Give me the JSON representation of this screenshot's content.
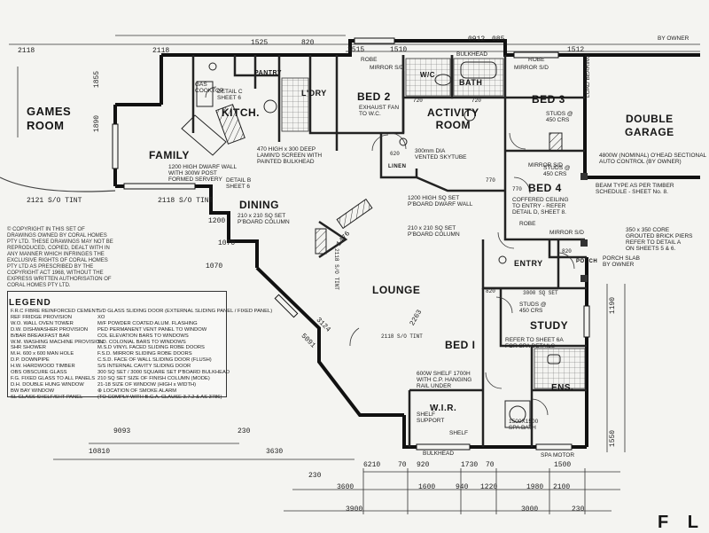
{
  "rooms": {
    "games_room": "GAMES\nROOM",
    "family": "FAMILY",
    "kitchen": "KITCH.",
    "pantry": "PANTRY",
    "ldry": "L'DRY",
    "bed2": "BED 2",
    "activity_room": "ACTIVITY\nROOM",
    "wc": "W/C",
    "bath": "BATH",
    "bed3": "BED 3",
    "double_garage": "DOUBLE\nGARAGE",
    "dining": "DINING",
    "bed4": "BED 4",
    "entry": "ENTRY",
    "lounge": "LOUNGE",
    "porch": "PORCH",
    "bed1": "BED I",
    "study": "STUDY",
    "wir": "W.I.R.",
    "ens": "ENS.",
    "linen": "LINEN"
  },
  "labels": {
    "bulkhead_top": "BULKHEAD",
    "robe1": "ROBE",
    "robe2": "ROBE",
    "robe3": "ROBE",
    "mirror_sd1": "MIRROR S/D",
    "mirror_sd2": "MIRROR S/D",
    "mirror_sd3": "MIRROR S/D",
    "mirror_sd4": "MIRROR S/D",
    "exhaust_fan": "EXHAUST FAN\nTO W.C.",
    "skytube": "300mm DIA\nVENTED SKYTUBE",
    "gas_cooktop": "GAS\nCOOKTOP",
    "dwarf_wall": "1200 HIGH DWARF WALL\nWITH 300W POST\nFORMED SERVERY",
    "lamin_screen": "470 HIGH x 300 DEEP\nLAMIN'D SCREEN WITH\nPAINTED BULKHEAD",
    "detail_b": "DETAIL B\nSHEET 6",
    "detail_c": "DETAIL C\nSHEET 6",
    "pboard_col1": "210 x 210 SQ SET\nP'BOARD COLUMN",
    "pboard_col2": "210 x 210 SQ SET\nP'BOARD COLUMN",
    "pboard_dwarf": "1200 HIGH SQ SET\nP'BOARD DWARF WALL",
    "coffered": "COFFERED CEILING\nTO ENTRY - REFER\nDETAIL D, SHEET 8.",
    "garage_door": "4800W (NOMINAL) O'HEAD SECTIONAL\nAUTO CONTROL (BY OWNER)",
    "beam_type": "BEAM TYPE AS PER TIMBER\nSCHEDULE - SHEET No. 8.",
    "brick_piers": "350 x 350 CORE\nGROUTED BRICK PIERS\nREFER TO DETAIL A\nON SHEETS 5 & 6.",
    "porch_slab": "PORCH SLAB\nBY OWNER",
    "studs_bed3": "STUDS @\n450 CRS",
    "studs_bed4": "STUDS @\n450 CRS",
    "studs_study": "STUDS @\n450 CRS",
    "spa_details": "REFER TO SHEET 6A\nFOR SPA DETAILS",
    "shelf_wir": "600W SHELF 1700H\nWITH C.P. HANGING\nRAIL UNDER",
    "shelf_support": "SHELF\nSUPPORT",
    "shelf": "SHELF",
    "spa": "1500X1500\nSPA BATH",
    "spa_motor": "SPA MOTOR",
    "bulkhead_bottom": "BULKHEAD",
    "load_bearing": "LOAD BEARING",
    "by_owner": "BY OWNER",
    "title_partial": "F L"
  },
  "copyright": "© COPYRIGHT IN THIS SET OF DRAWINGS OWNED BY CORAL HOMES PTY LTD. THESE DRAWINGS MAY NOT BE REPRODUCED, COPIED, DEALT WITH IN ANY MANNER WHICH INFRINGES THE EXCLUSIVE RIGHTS OF CORAL HOMES PTY LTD AS PRESCRIBED BY THE COPYRIGHT ACT 1968, WITHOUT THE EXPRESS WRITTEN AUTHORISATION OF CORAL HOMES PTY LTD.",
  "legend": {
    "title": "LEGEND",
    "left": [
      "F.R.C  FIBRE REINFORCED CEMENT",
      "REF    FRIDGE PROVISION",
      "W.O.   WALL OVEN TOWER",
      "D.W.   DISHWASHER PROVISION",
      "B/BAR  BREAKFAST BAR",
      "W.M.   WASHING MACHINE PROVISION",
      "SHR    SHOWER",
      "M.H.   600 x 600 MAN HOLE",
      "D.P.   DOWNPIPE",
      "H.W.   HARDWOOD TIMBER",
      "OBS    OBSCURE GLASS",
      "F.G.   FIXED GLASS TO ALL PANELS",
      "D.H.   DOUBLE HUNG WINDOW",
      "BW     BAY WINDOW",
      "SL     GLASS SHELF/SHT PANEL"
    ],
    "right": [
      "S/D    GLASS SLIDING DOOR (EXTERNAL SLIDING PANEL / FIXED PANEL)",
      "XO",
      "M/F    POWDER COATED ALUM. FLASHING",
      "PED    PERMANENT VENT PANEL TO WINDOW",
      "COL    ELEVATION BARS TO WINDOWS",
      "S.D.   COLONIAL BARS TO WINDOWS",
      "M.S.D  VINYL FACED SLIDING ROBE DOORS",
      "F.S.D. MIRROR SLIDING ROBE DOORS",
      "C.S.D. FACE OF WALL SLIDING DOOR (FLUSH)",
      "S/S    INTERNAL CAVITY SLIDING DOOR",
      "300 SQ SET / 3000 SQUARE SET P'BOARD BULKHEAD",
      "210 SQ SET SIZE OF FINISH COLUMN (MODE)",
      "21-18  SIZE OF WINDOW (HIGH x WIDTH)",
      "⊕      LOCATION OF SMOKE ALARM",
      "       (TO COMPLY WITH B.C.A. CLAUSE 3.7.2 & AS 3786)"
    ]
  },
  "dimensions": {
    "d1": "2118",
    "d2": "2118",
    "d3": "1525",
    "d4": "820",
    "d5": "1515",
    "d6": "1510",
    "d7": "0912",
    "d8": "085",
    "d9": "1512",
    "d10": "1855",
    "d11": "1890",
    "d12": "1070",
    "d13": "2121 S/O TINT",
    "d14": "2118 S/O TINT",
    "d15": "1200",
    "d16": "1070",
    "d17": "9093",
    "d18": "230",
    "d19": "10810",
    "d20": "3630",
    "d21": "6210",
    "d22": "70",
    "d23": "920",
    "d24": "1730",
    "d25": "70",
    "d26": "1500",
    "d27": "230",
    "d28": "3600",
    "d29": "1600",
    "d30": "940",
    "d31": "1220",
    "d32": "1980",
    "d33": "2100",
    "d34": "3900",
    "d35": "3000",
    "d36": "230",
    "d37": "1190",
    "d38": "1550",
    "d39": "2263",
    "d40": "1476",
    "d41": "5091",
    "d42": "3124",
    "d43": "2118 S/O TINT",
    "d44": "2118 S/O TINT",
    "d45": "3000 SQ SET",
    "d46": "820",
    "d47": "770",
    "d48": "770",
    "d49": "720",
    "d50": "720",
    "d51": "820",
    "d52": "620"
  }
}
